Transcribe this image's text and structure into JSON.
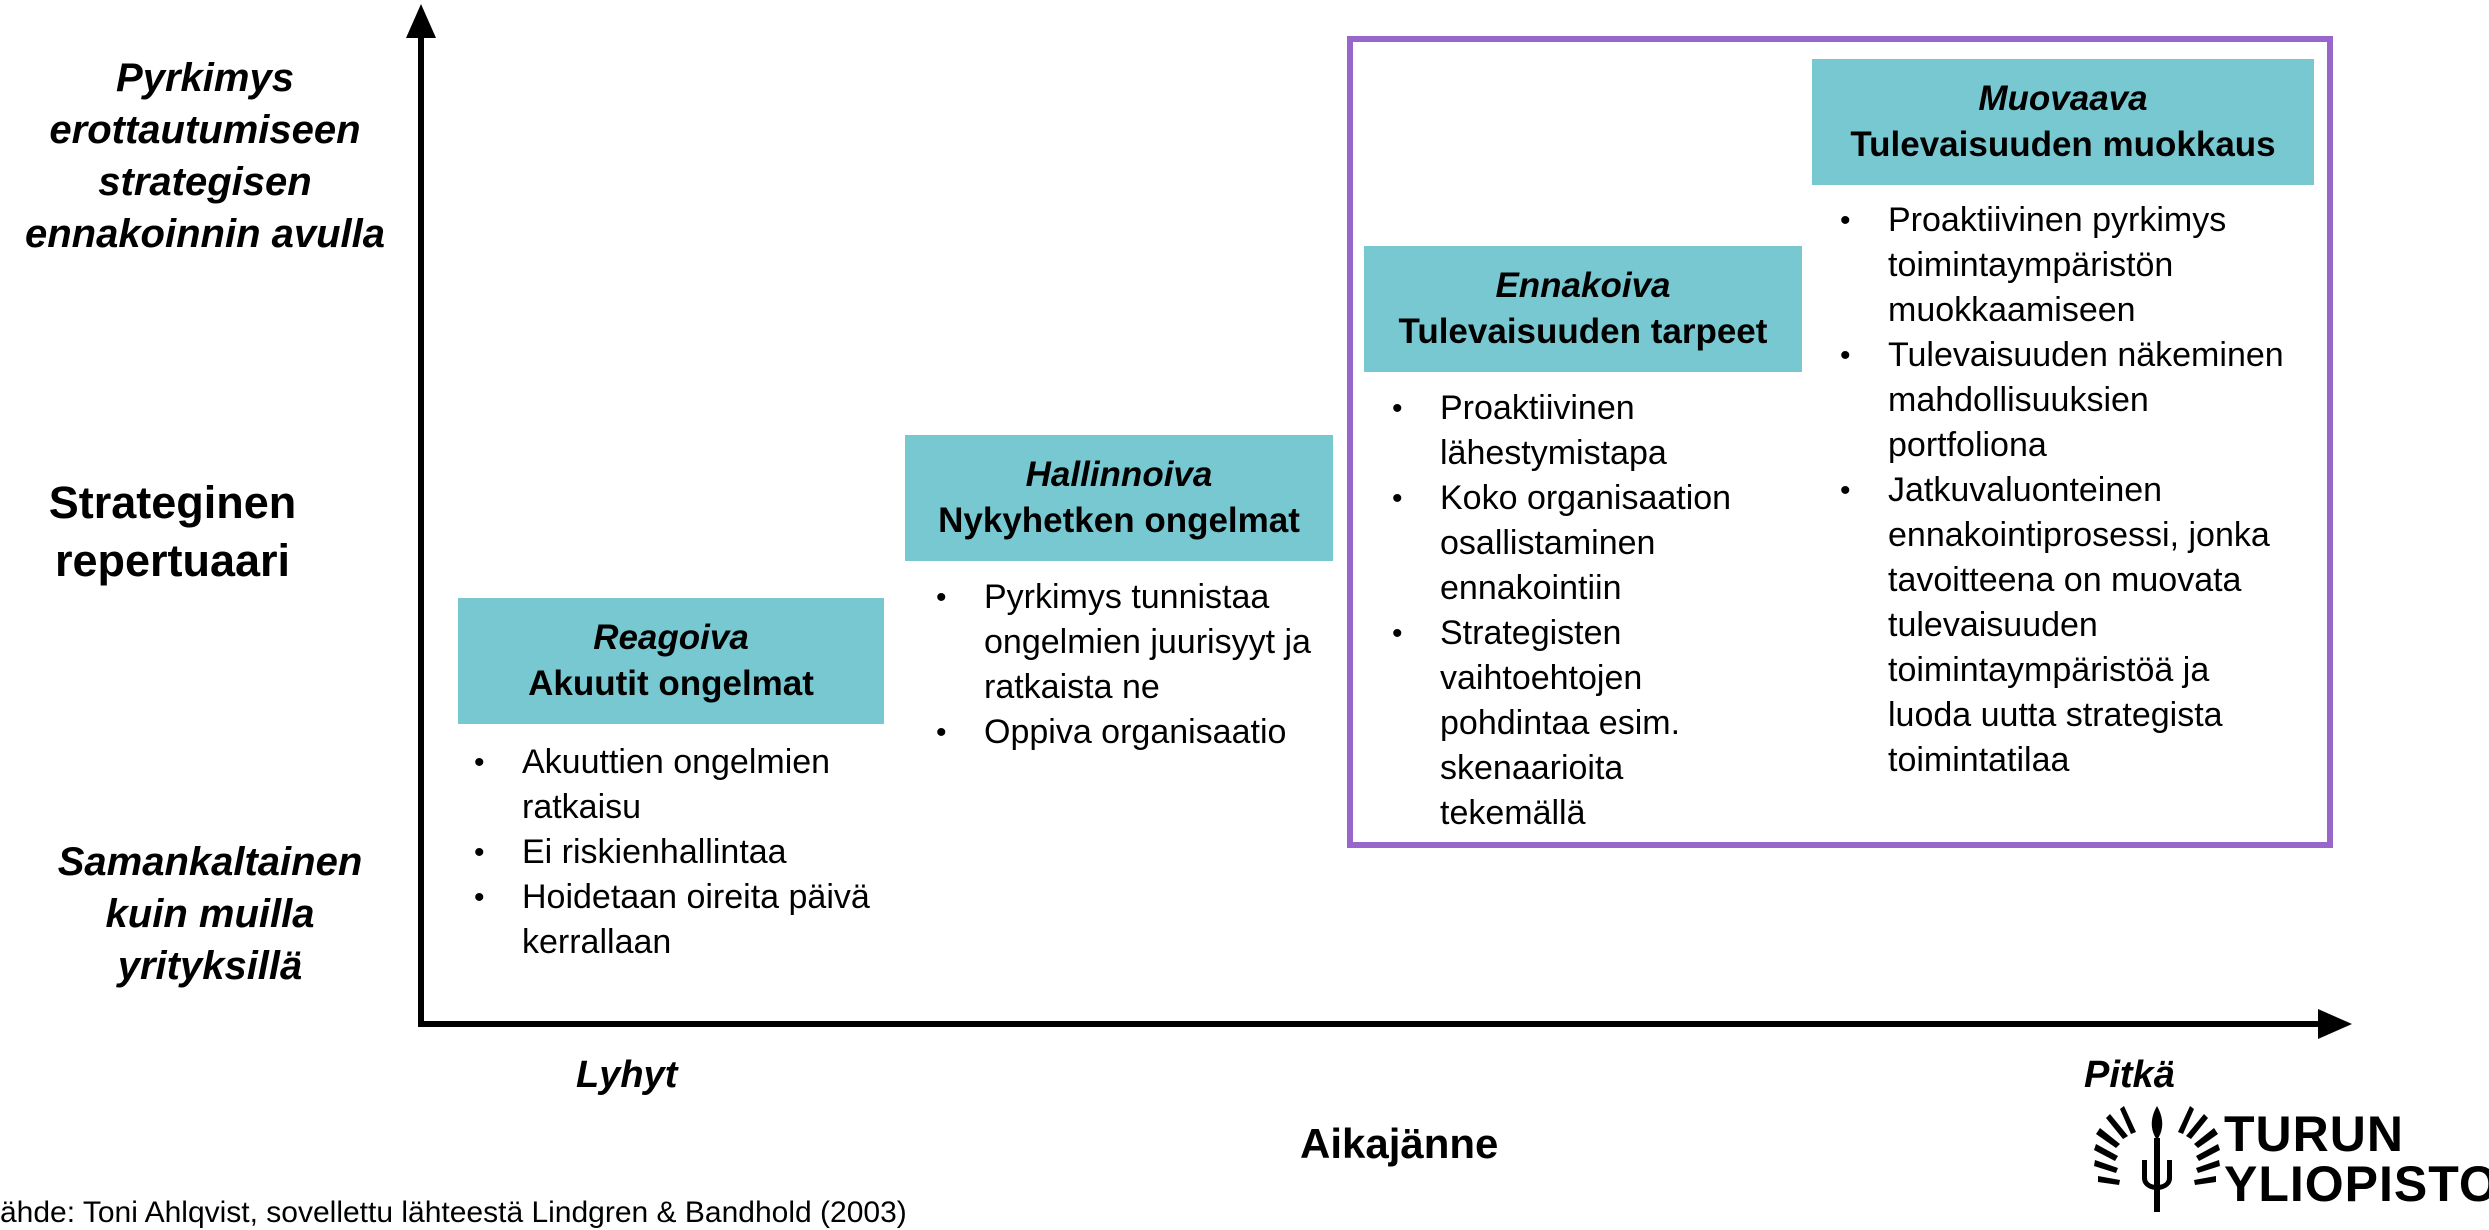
{
  "y_axis": {
    "top_label": "Pyrkimys erottautumiseen strategisen ennakoinnin avulla",
    "middle_label": "Strateginen repertuaari",
    "bottom_label": "Samankaltainen kuin muilla yrityksillä"
  },
  "x_axis": {
    "left_label": "Lyhyt",
    "right_label": "Pitkä",
    "title": "Aikajänne"
  },
  "stages": [
    {
      "name": "Reagoiva",
      "subtitle": "Akuutit ongelmat",
      "bullets": [
        "Akuuttien ongelmien ratkaisu",
        "Ei riskienhallintaa",
        "Hoidetaan oireita päivä kerrallaan"
      ]
    },
    {
      "name": "Hallinnoiva",
      "subtitle": "Nykyhetken ongelmat",
      "bullets": [
        "Pyrkimys tunnistaa ongelmien juurisyyt ja ratkaista ne",
        "Oppiva organisaatio"
      ]
    },
    {
      "name": "Ennakoiva",
      "subtitle": "Tulevaisuuden tarpeet",
      "bullets": [
        "Proaktiivinen lähestymistapa",
        "Koko organisaation osallistaminen ennakointiin",
        "Strategisten vaihtoehtojen pohdintaa esim. skenaarioita tekemällä"
      ]
    },
    {
      "name": "Muovaava",
      "subtitle": "Tulevaisuuden muokkaus",
      "bullets": [
        "Proaktiivinen pyrkimys toimintaympäristön muokkaamiseen",
        "Tulevaisuuden näkeminen mahdollisuuksien portfoliona",
        "Jatkuvaluonteinen ennakointiprosessi, jonka tavoitteena on muovata tulevaisuuden toimintaympäristöä ja luoda uutta strategista toimintatilaa"
      ]
    }
  ],
  "source": "ähde: Toni Ahlqvist, sovellettu lähteestä Lindgren & Bandhold (2003)",
  "logo": {
    "line1": "TURUN",
    "line2": "YLIOPISTO"
  },
  "colors": {
    "header_fill": "#78c8d2",
    "highlight_border": "#9966cc",
    "axis": "#000000"
  }
}
